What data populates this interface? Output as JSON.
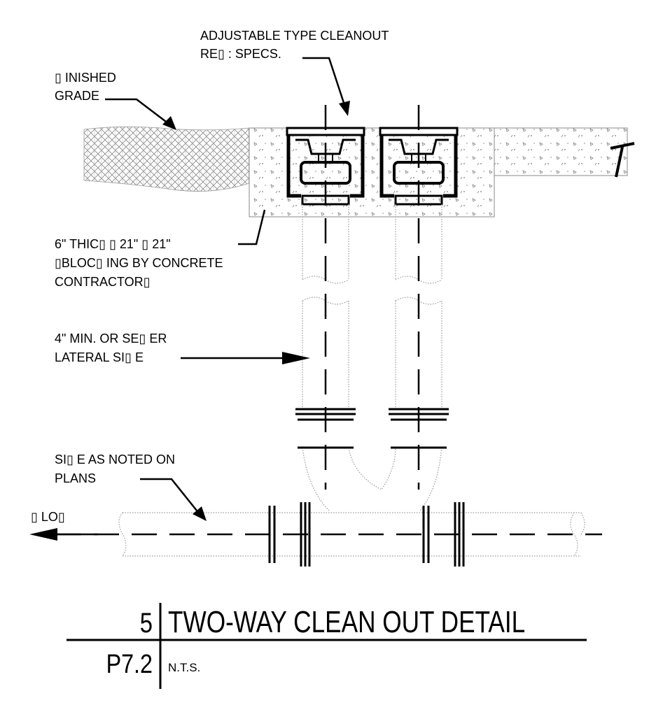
{
  "labels": {
    "cleanout_line1": "ADJUSTABLE TYPE CLEANOUT",
    "cleanout_line2": "RE▯ : SPECS.",
    "grade_line1": "▯ INISHED",
    "grade_line2": "GRADE",
    "block_line1": "6\" THIC▯ ▯ 21\" ▯ 21\"",
    "block_line2": "▯BLOC▯ ING BY CONCRETE",
    "block_line3": "CONTRACTOR▯",
    "lateral_line1": "4\" MIN. OR SE▯ ER",
    "lateral_line2": "LATERAL SI▯ E",
    "size_line1": "SI▯ E AS NOTED ON",
    "size_line2": "PLANS",
    "flow": "▯ LO▯"
  },
  "title_block": {
    "detail_number": "5",
    "title": "TWO-WAY CLEAN OUT DETAIL",
    "sheet": "P7.2",
    "scale": "N.T.S."
  }
}
